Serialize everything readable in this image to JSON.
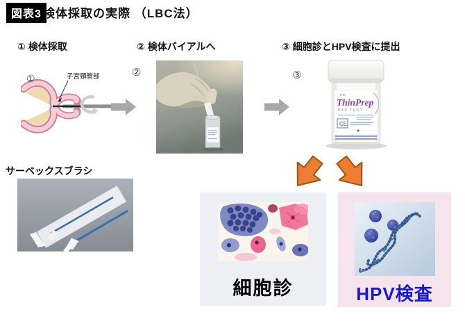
{
  "title": {
    "badge": "図表3",
    "text": "検体採取の実際 （LBC法）"
  },
  "steps": [
    {
      "label": "① 検体採取"
    },
    {
      "label": "② 検体バイアルへ"
    },
    {
      "label": "③ 細胞診とHPV検査に提出"
    }
  ],
  "markers": {
    "step1": "①",
    "step2": "②",
    "step3": "③"
  },
  "diagram": {
    "annotation": "子宮頸管部"
  },
  "brush": {
    "label": "サーベックスブラシ"
  },
  "thinprep": {
    "prefix": "THE",
    "brand": "ThinPrep",
    "product": "PAP TEST",
    "ce": "CE"
  },
  "results": {
    "cytology": {
      "label": "細胞診"
    },
    "hpv": {
      "label": "HPV検査"
    }
  },
  "colors": {
    "orange_arrow": "#ed7d31",
    "orange_arrow_outline": "#9c5a1a",
    "gray_arrow": "#a8a8a8",
    "cytology_box_bg": "#edeff5",
    "hpv_box_bg": "#f5e4eb",
    "hpv_label_color": "#1818cc",
    "brush_handle_blue": "#3d6fae",
    "thinprep_purple": "#9a3f8f",
    "tissue_pink": "#f4cdd9",
    "tissue_tan": "#eedab0"
  }
}
